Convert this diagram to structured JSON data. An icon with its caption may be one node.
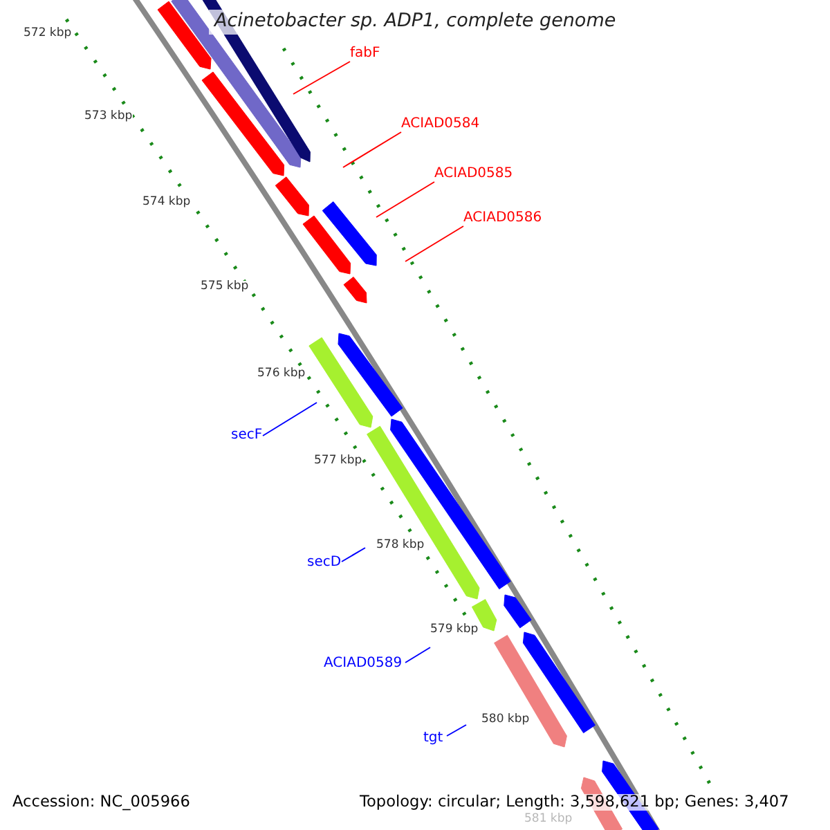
{
  "diagram": {
    "title": "Acinetobacter sp. ADP1, complete genome",
    "nodes": [
      {
        "text": [
          "fabF"
        ]
      },
      {
        "text": [
          "ACIAD0584"
        ]
      },
      {
        "text": [
          "ACIAD0585"
        ]
      },
      {
        "text": [
          "ACIAD0586"
        ]
      },
      {
        "text": [
          "secF"
        ]
      },
      {
        "text": [
          "secD"
        ]
      },
      {
        "text": [
          "ACIAD0589"
        ]
      },
      {
        "text": [
          "tgt"
        ]
      }
    ],
    "edges": [
      {
        "from": 0,
        "to": null,
        "arrow": "none",
        "color": "#ff0000"
      },
      {
        "from": 1,
        "to": null,
        "arrow": "none",
        "color": "#ff0000"
      },
      {
        "from": 2,
        "to": null,
        "arrow": "none",
        "color": "#ff0000"
      },
      {
        "from": 3,
        "to": null,
        "arrow": "none",
        "color": "#ff0000"
      },
      {
        "from": 4,
        "to": null,
        "arrow": "none",
        "color": "#0000ff"
      },
      {
        "from": 5,
        "to": null,
        "arrow": "none",
        "color": "#0000ff"
      },
      {
        "from": 6,
        "to": null,
        "arrow": "none",
        "color": "#0000ff"
      },
      {
        "from": 7,
        "to": null,
        "arrow": "none",
        "color": "#0000ff"
      }
    ],
    "labels": [
      "572 kbp",
      "573 kbp",
      "574 kbp",
      "575 kbp",
      "576 kbp",
      "577 kbp",
      "578 kbp",
      "579 kbp",
      "580 kbp",
      "581 kbp",
      "Accession: NC_005966",
      "Topology: circular; Length: 3,598,621 bp; Genes: 3,407"
    ]
  }
}
